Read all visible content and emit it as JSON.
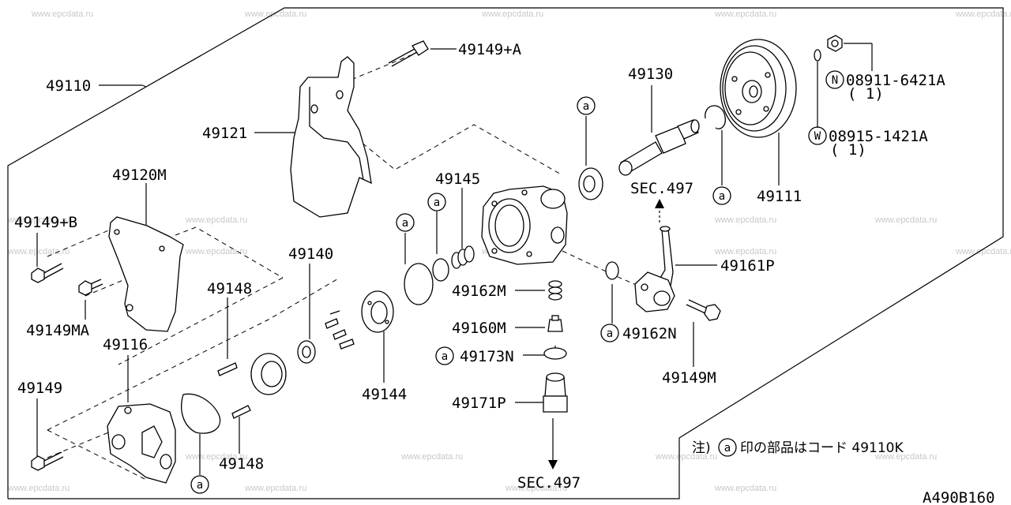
{
  "watermark": "www.epcdata.ru",
  "diagram_code": "A490B160",
  "note": {
    "prefix": "注)",
    "symbol": "a",
    "text": "印の部品はコード 49110K"
  },
  "labels": {
    "p49110": "49110",
    "p49121": "49121",
    "p49149A": "49149+A",
    "p49130": "49130",
    "pN": "08911-6421A",
    "pN_qty": "( 1)",
    "pW": "08915-1421A",
    "pW_qty": "( 1)",
    "sec_top": "SEC.497",
    "p49111": "49111",
    "p49120M": "49120M",
    "p49149B": "49149+B",
    "p49145": "49145",
    "p49140": "49140",
    "p49148a": "49148",
    "p49149MA": "49149MA",
    "p49116": "49116",
    "p49162M": "49162M",
    "p49160M": "49160M",
    "p49173N": "49173N",
    "p49161P": "49161P",
    "p49162N": "49162N",
    "p49149M": "49149M",
    "p49144": "49144",
    "p49149": "49149",
    "p49171P": "49171P",
    "p49148b": "49148",
    "sec_bottom": "SEC.497"
  },
  "symbols": {
    "circle_a": "a",
    "circle_N": "N",
    "circle_W": "W"
  }
}
